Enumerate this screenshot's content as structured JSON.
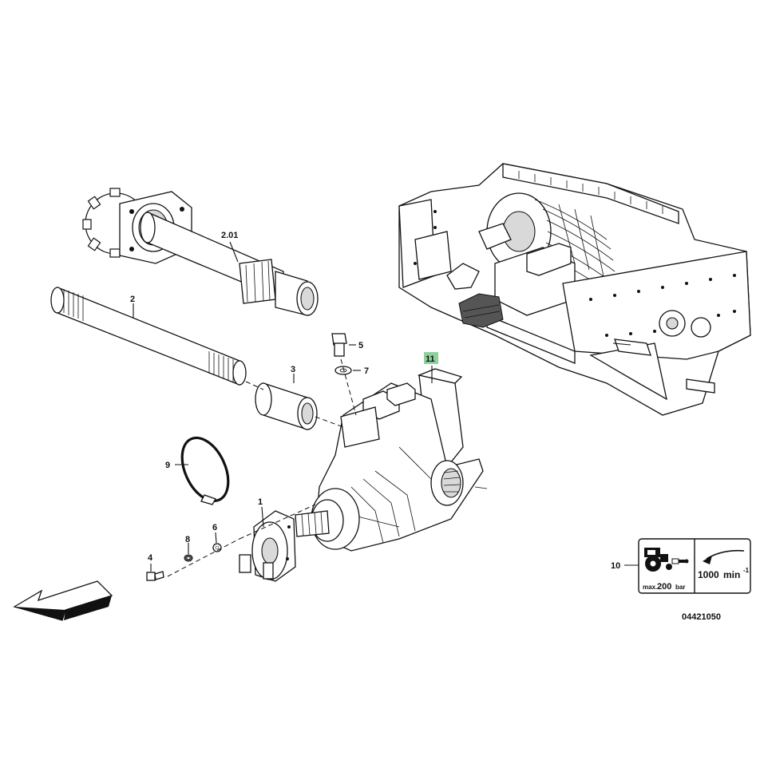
{
  "callouts": {
    "c201": "2.01",
    "c2": "2",
    "c3": "3",
    "c5": "5",
    "c7": "7",
    "c11": "11",
    "c9": "9",
    "c1": "1",
    "c8": "8",
    "c6": "6",
    "c4": "4",
    "c10": "10"
  },
  "highlight_color": "#8fd19e",
  "info_panel": {
    "pressure_prefix": "max.",
    "pressure_value": "200",
    "pressure_unit": "bar",
    "speed_value": "1000",
    "speed_unit": "min",
    "speed_exponent": "-1"
  },
  "drawing_number": "04421050",
  "icons": {
    "direction": "direction-arrow-icon",
    "tractor": "tractor-icon",
    "rotation": "rotation-arrow-icon"
  }
}
